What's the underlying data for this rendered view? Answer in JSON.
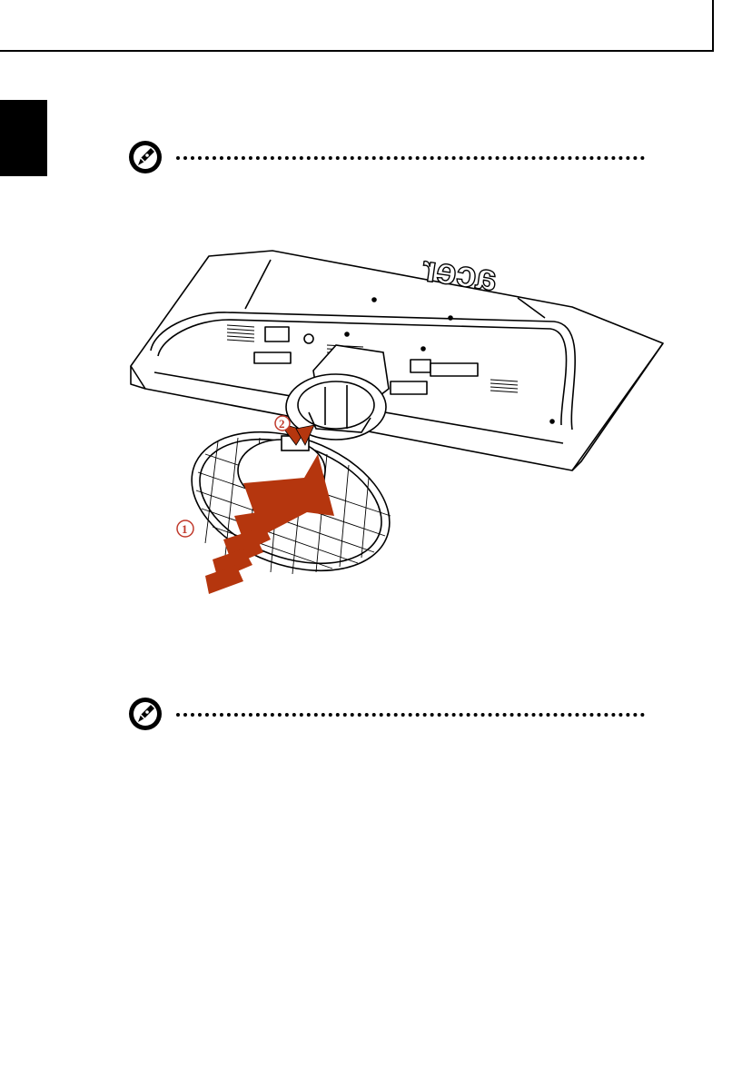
{
  "page": {
    "header_rule": "",
    "side_tab": ""
  },
  "notes": [
    {
      "icon": "note-pen-icon",
      "text": ""
    },
    {
      "icon": "note-pen-icon",
      "text": ""
    }
  ],
  "figure": {
    "brand_logo": "acer",
    "step_markers": [
      "1",
      "2"
    ],
    "colors": {
      "arrow": "#b5360e",
      "marker": "#c0392b",
      "line": "#000000"
    }
  }
}
